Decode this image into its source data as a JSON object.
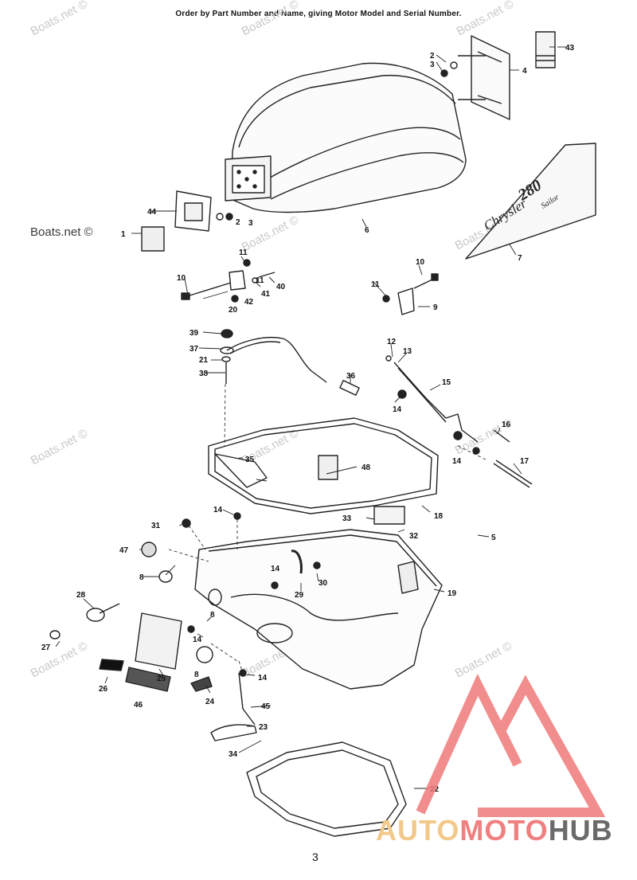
{
  "header": "Order by Part Number and Name, giving Motor Model and Serial Number.",
  "watermark": "Boats.net ©",
  "page_number": "3",
  "brand": {
    "part1": "AUTO",
    "part2": "MOTO",
    "part3": "HUB",
    "colors": {
      "auto": "#f2c98a",
      "moto": "#f08080",
      "hub": "#6a6a6a",
      "logo": "#f07a7a"
    }
  },
  "decal": {
    "brand": "Chrysler",
    "model": "280",
    "sub": "Sailor"
  },
  "parts": [
    "1",
    "2",
    "3",
    "4",
    "5",
    "6",
    "7",
    "8",
    "9",
    "10",
    "11",
    "12",
    "13",
    "14",
    "15",
    "16",
    "17",
    "18",
    "19",
    "20",
    "21",
    "22",
    "23",
    "24",
    "25",
    "26",
    "27",
    "28",
    "29",
    "30",
    "31",
    "32",
    "33",
    "34",
    "35",
    "36",
    "37",
    "38",
    "39",
    "40",
    "41",
    "42",
    "43",
    "44",
    "45",
    "46",
    "47",
    "48"
  ]
}
